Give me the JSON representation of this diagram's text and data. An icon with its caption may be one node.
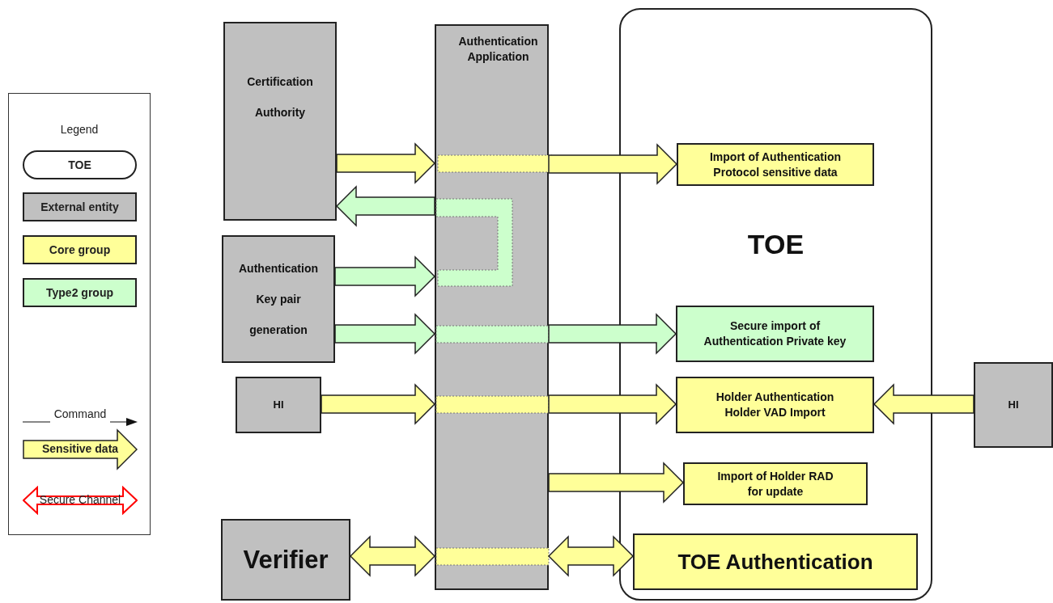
{
  "diagram": {
    "nodes": [
      {
        "text": [
          "Certification Authority"
        ]
      },
      {
        "text": [
          "Authentication Application"
        ]
      },
      {
        "text": [
          "Authentication Key pair generation"
        ]
      },
      {
        "text": [
          "HI"
        ]
      },
      {
        "text": [
          "Verifier"
        ]
      },
      {
        "text": [
          "TOE"
        ]
      },
      {
        "text": [
          "Import of Authentication Protocol sensitive data"
        ],
        "in": 5
      },
      {
        "text": [
          "Secure import of Authentication Private key"
        ],
        "in": 5
      },
      {
        "text": [
          "Holder Authentication Holder VAD Import"
        ],
        "in": 5
      },
      {
        "text": [
          "Import of Holder RAD for update"
        ],
        "in": 5
      },
      {
        "text": [
          "TOE Authentication"
        ],
        "in": 5
      },
      {
        "text": [
          "HI"
        ]
      }
    ],
    "edges": [
      {
        "from": 0,
        "to": 1,
        "arrow": "to"
      },
      {
        "from": 1,
        "to": 6,
        "arrow": "to"
      },
      {
        "from": 1,
        "to": 0,
        "arrow": "to",
        "color": "#ccffcc"
      },
      {
        "from": 2,
        "to": 1,
        "arrow": "to",
        "color": "#ccffcc"
      },
      {
        "from": 2,
        "to": 1,
        "arrow": "to",
        "color": "#ccffcc"
      },
      {
        "from": 1,
        "to": 7,
        "arrow": "to",
        "color": "#ccffcc"
      },
      {
        "from": 3,
        "to": 1,
        "arrow": "to"
      },
      {
        "from": 1,
        "to": 8,
        "arrow": "to"
      },
      {
        "from": 11,
        "to": 8,
        "arrow": "to"
      },
      {
        "from": 1,
        "to": 9,
        "arrow": "to"
      },
      {
        "from": 4,
        "to": 1,
        "arrow": "both"
      },
      {
        "from": 1,
        "to": 10,
        "arrow": "both"
      }
    ],
    "labels": [
      "Legend"
    ],
    "legend": [
      {
        "text": "TOE"
      },
      {
        "text": "External entity",
        "color": "#c0c0c0"
      },
      {
        "text": "Core group",
        "color": "#ffff99"
      },
      {
        "text": "Type2 group",
        "color": "#ccffcc"
      },
      {
        "text": "Command"
      },
      {
        "text": "Sensitive data"
      },
      {
        "text": "Secure Channel"
      }
    ]
  }
}
